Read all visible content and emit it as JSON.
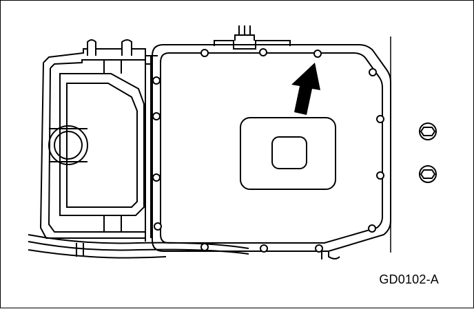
{
  "figure": {
    "id_label": "GD0102-A",
    "line_color": "#000000",
    "background_color": "#ffffff"
  },
  "parts": {
    "oil_pan_bolts": 14,
    "loose_bolts": 2
  },
  "icons": {
    "direction_arrow": "arrow-up-right-icon",
    "bolt": "bolt-icon",
    "hex_bolt": "hex-bolt-icon"
  }
}
